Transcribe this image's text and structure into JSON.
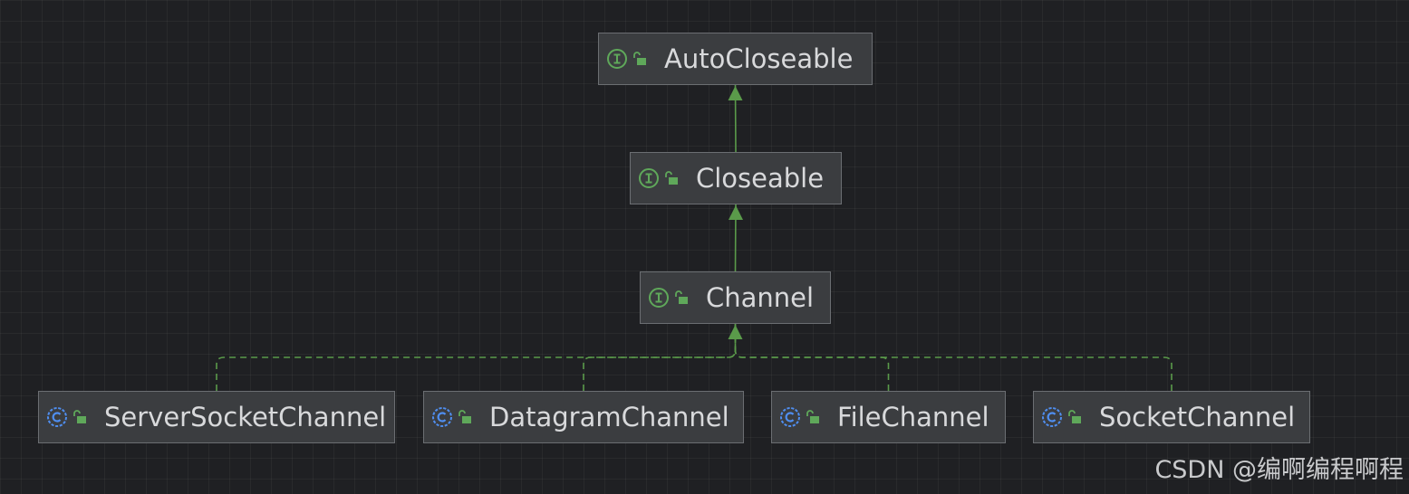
{
  "nodes": [
    {
      "id": "autocloseable",
      "label": "AutoCloseable",
      "kind": "interface",
      "kind_icon": "interface-icon",
      "visibility_icon": "public-lock-icon"
    },
    {
      "id": "closeable",
      "label": "Closeable",
      "kind": "interface",
      "kind_icon": "interface-icon",
      "visibility_icon": "public-lock-icon"
    },
    {
      "id": "channel",
      "label": "Channel",
      "kind": "interface",
      "kind_icon": "interface-icon",
      "visibility_icon": "public-lock-icon"
    },
    {
      "id": "serversocketchannel",
      "label": "ServerSocketChannel",
      "kind": "abstract-class",
      "kind_icon": "abstract-class-icon",
      "visibility_icon": "public-lock-icon"
    },
    {
      "id": "datagramchannel",
      "label": "DatagramChannel",
      "kind": "abstract-class",
      "kind_icon": "abstract-class-icon",
      "visibility_icon": "public-lock-icon"
    },
    {
      "id": "filechannel",
      "label": "FileChannel",
      "kind": "abstract-class",
      "kind_icon": "abstract-class-icon",
      "visibility_icon": "public-lock-icon"
    },
    {
      "id": "socketchannel",
      "label": "SocketChannel",
      "kind": "abstract-class",
      "kind_icon": "abstract-class-icon",
      "visibility_icon": "public-lock-icon"
    }
  ],
  "edges": [
    {
      "from": "closeable",
      "to": "autocloseable",
      "type": "extends",
      "style": "solid"
    },
    {
      "from": "channel",
      "to": "closeable",
      "type": "extends",
      "style": "solid"
    },
    {
      "from": "serversocketchannel",
      "to": "channel",
      "type": "implements",
      "style": "dashed"
    },
    {
      "from": "datagramchannel",
      "to": "channel",
      "type": "implements",
      "style": "dashed"
    },
    {
      "from": "filechannel",
      "to": "channel",
      "type": "implements",
      "style": "dashed"
    },
    {
      "from": "socketchannel",
      "to": "channel",
      "type": "implements",
      "style": "dashed"
    }
  ],
  "colors": {
    "background": "#1f2023",
    "node_fill": "#3b3d40",
    "node_border": "#6b6e72",
    "node_text": "#d8d9db",
    "edge": "#5a9a4a",
    "interface_icon": "#5fa85a",
    "class_icon": "#4f8ef0",
    "lock_icon": "#5fa85a"
  },
  "watermark": "CSDN @编啊编程啊程"
}
